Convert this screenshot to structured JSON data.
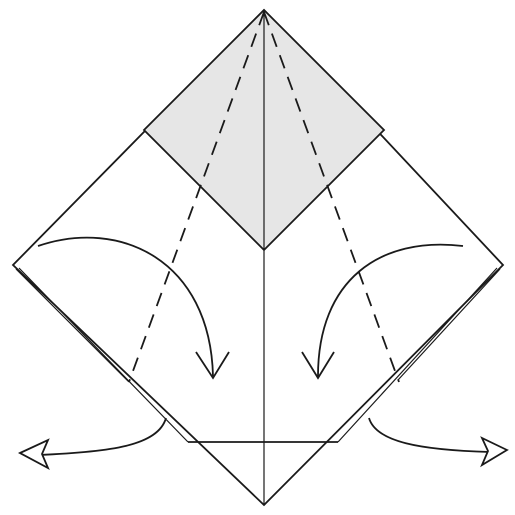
{
  "diagram": {
    "colors": {
      "paper": "#ffffff",
      "line": "#1a1a1a",
      "shaded_flap": "#e6e6e6"
    },
    "elements": [
      "outer-square",
      "shaded-top-flap",
      "center-crease",
      "left-valley-fold",
      "right-valley-fold",
      "left-fold-arrow",
      "right-fold-arrow",
      "left-unfold-arrow",
      "right-unfold-arrow"
    ]
  }
}
